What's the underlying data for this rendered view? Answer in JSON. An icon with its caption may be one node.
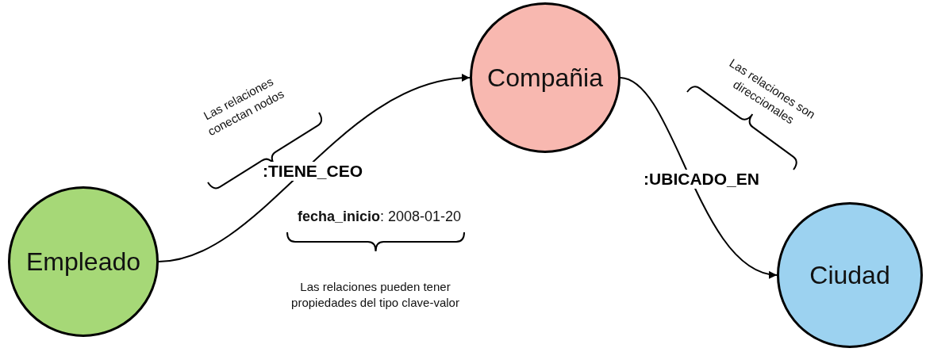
{
  "diagram": {
    "nodes": [
      {
        "text": [
          "Empleado"
        ]
      },
      {
        "text": [
          "Compañia"
        ]
      },
      {
        "text": [
          "Ciudad"
        ]
      }
    ],
    "edges": [
      {
        "from": 0,
        "to": 1,
        "arrow": "to",
        "label": ":TIENE_CEO"
      },
      {
        "from": 1,
        "to": 2,
        "arrow": "to",
        "label": ":UBICADO_EN"
      }
    ],
    "labels": [
      "Las relaciones conectan nodos",
      "Las relaciones son direccionales",
      "**fecha_inicio**: 2008-01-20",
      "Las relaciones pueden tener  propiedades del tipo clave-valor"
    ]
  }
}
